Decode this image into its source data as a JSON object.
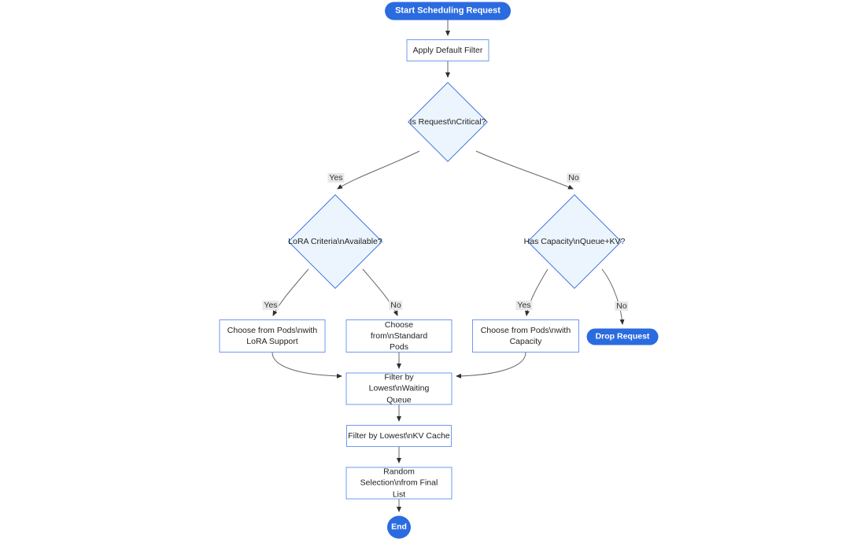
{
  "diagram": {
    "type": "flowchart",
    "nodes": {
      "start": {
        "label": "Start Scheduling Request",
        "shape": "stadium"
      },
      "apply_filter": {
        "label": "Apply Default Filter",
        "shape": "process"
      },
      "is_critical": {
        "label": "Is Request\\nCritical?",
        "shape": "decision"
      },
      "lora_available": {
        "label": "LoRA Criteria\\nAvailable?",
        "shape": "decision"
      },
      "has_capacity": {
        "label": "Has Capacity\\nQueue+KV?",
        "shape": "decision"
      },
      "choose_lora_pods": {
        "label": "Choose from Pods\\nwith LoRA Support",
        "shape": "process"
      },
      "choose_standard_pods": {
        "label": "Choose from\\nStandard Pods",
        "shape": "process"
      },
      "choose_capacity_pods": {
        "label": "Choose from Pods\\nwith Capacity",
        "shape": "process"
      },
      "drop_request": {
        "label": "Drop Request",
        "shape": "stadium"
      },
      "filter_waiting_queue": {
        "label": "Filter by Lowest\\nWaiting Queue",
        "shape": "process"
      },
      "filter_kv_cache": {
        "label": "Filter by Lowest\\nKV Cache",
        "shape": "process"
      },
      "random_selection": {
        "label": "Random Selection\\nfrom Final List",
        "shape": "process"
      },
      "end": {
        "label": "End",
        "shape": "circle"
      }
    },
    "edges": [
      {
        "from": "start",
        "to": "apply_filter",
        "label": ""
      },
      {
        "from": "apply_filter",
        "to": "is_critical",
        "label": ""
      },
      {
        "from": "is_critical",
        "to": "lora_available",
        "label": "Yes"
      },
      {
        "from": "is_critical",
        "to": "has_capacity",
        "label": "No"
      },
      {
        "from": "lora_available",
        "to": "choose_lora_pods",
        "label": "Yes"
      },
      {
        "from": "lora_available",
        "to": "choose_standard_pods",
        "label": "No"
      },
      {
        "from": "has_capacity",
        "to": "choose_capacity_pods",
        "label": "Yes"
      },
      {
        "from": "has_capacity",
        "to": "drop_request",
        "label": "No"
      },
      {
        "from": "choose_lora_pods",
        "to": "filter_waiting_queue",
        "label": ""
      },
      {
        "from": "choose_standard_pods",
        "to": "filter_waiting_queue",
        "label": ""
      },
      {
        "from": "choose_capacity_pods",
        "to": "filter_waiting_queue",
        "label": ""
      },
      {
        "from": "filter_waiting_queue",
        "to": "filter_kv_cache",
        "label": ""
      },
      {
        "from": "filter_kv_cache",
        "to": "random_selection",
        "label": ""
      },
      {
        "from": "random_selection",
        "to": "end",
        "label": ""
      }
    ],
    "colors": {
      "stadium_fill": "#2b6be0",
      "stadium_text": "#ffffff",
      "process_fill": "#ffffff",
      "process_border": "#6d9af0",
      "decision_fill": "#ecf5fd",
      "decision_border": "#3f74e2",
      "edge_line": "#666666",
      "arrowhead": "#2f2f2f",
      "edge_label_bg": "#e8e8e8",
      "node_text": "#222222"
    },
    "background": "#ffffff"
  }
}
